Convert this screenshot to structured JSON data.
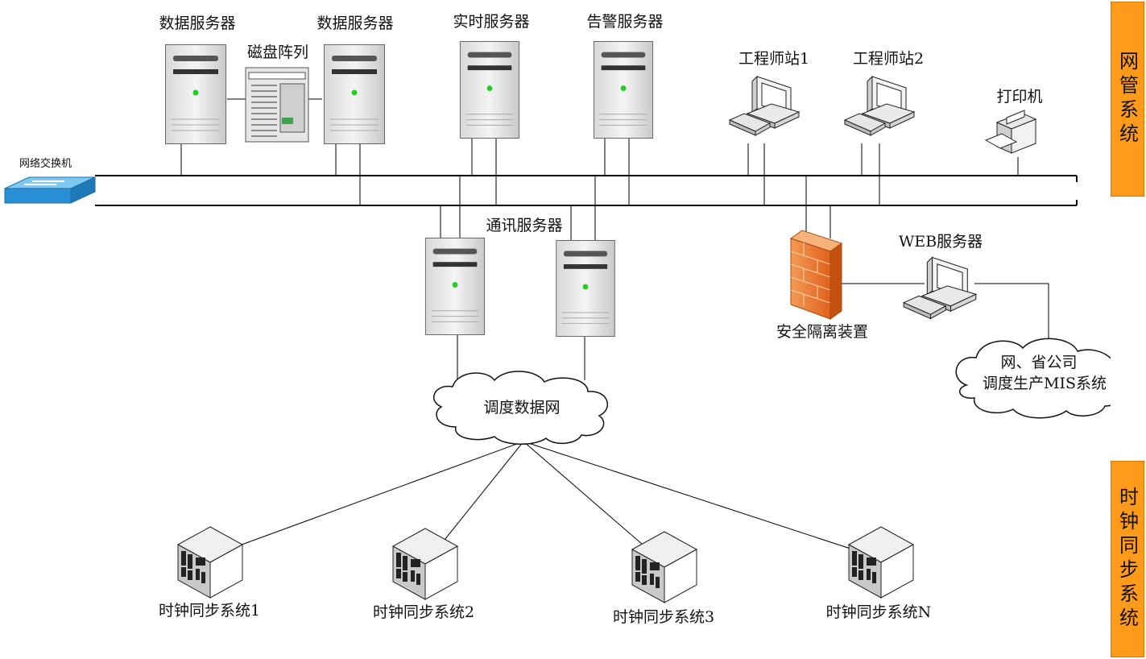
{
  "side_labels": {
    "nms": "网管系统",
    "clock": "时钟同步系统"
  },
  "nodes": {
    "data_server_1": "数据服务器",
    "disk_array": "磁盘阵列",
    "data_server_2": "数据服务器",
    "realtime_server": "实时服务器",
    "alarm_server": "告警服务器",
    "engineer_station_1": "工程师站1",
    "engineer_station_2": "工程师站2",
    "printer": "打印机",
    "switch": "网络交换机",
    "comm_server": "通讯服务器",
    "web_server": "WEB服务器",
    "firewall": "安全隔离装置",
    "mis_cloud_line1": "网、省公司",
    "mis_cloud_line2": "调度生产MIS系统",
    "dispatch_cloud": "调度数据网",
    "clock_1": "时钟同步系统1",
    "clock_2": "时钟同步系统2",
    "clock_3": "时钟同步系统3",
    "clock_n": "时钟同步系统N"
  },
  "colors": {
    "side_accent": "#ff9a1a",
    "firewall": "#f07a2a",
    "switch": "#2a8fd4",
    "status_led": "#22cc22"
  }
}
